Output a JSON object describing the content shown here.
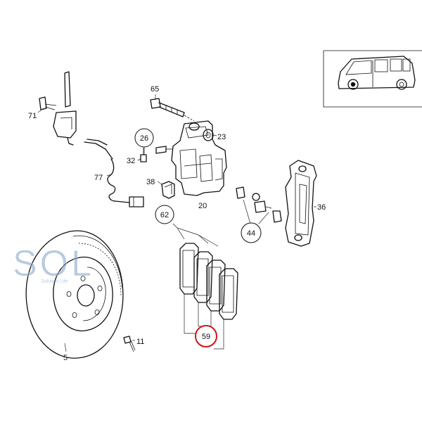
{
  "callouts": {
    "c71": "71",
    "c65": "65",
    "c23": "23",
    "c26": "26",
    "c32": "32",
    "c77": "77",
    "c38": "38",
    "c20": "20",
    "c62": "62",
    "c36": "36",
    "c44": "44",
    "c59": "59",
    "c11": "11",
    "c5": "5"
  },
  "watermark": {
    "logo": "SOL",
    "tagline": "Solution Life"
  },
  "colors": {
    "line": "#111111",
    "highlight_circle": "#d0141b",
    "watermark_blue": "#7f9fc7"
  }
}
